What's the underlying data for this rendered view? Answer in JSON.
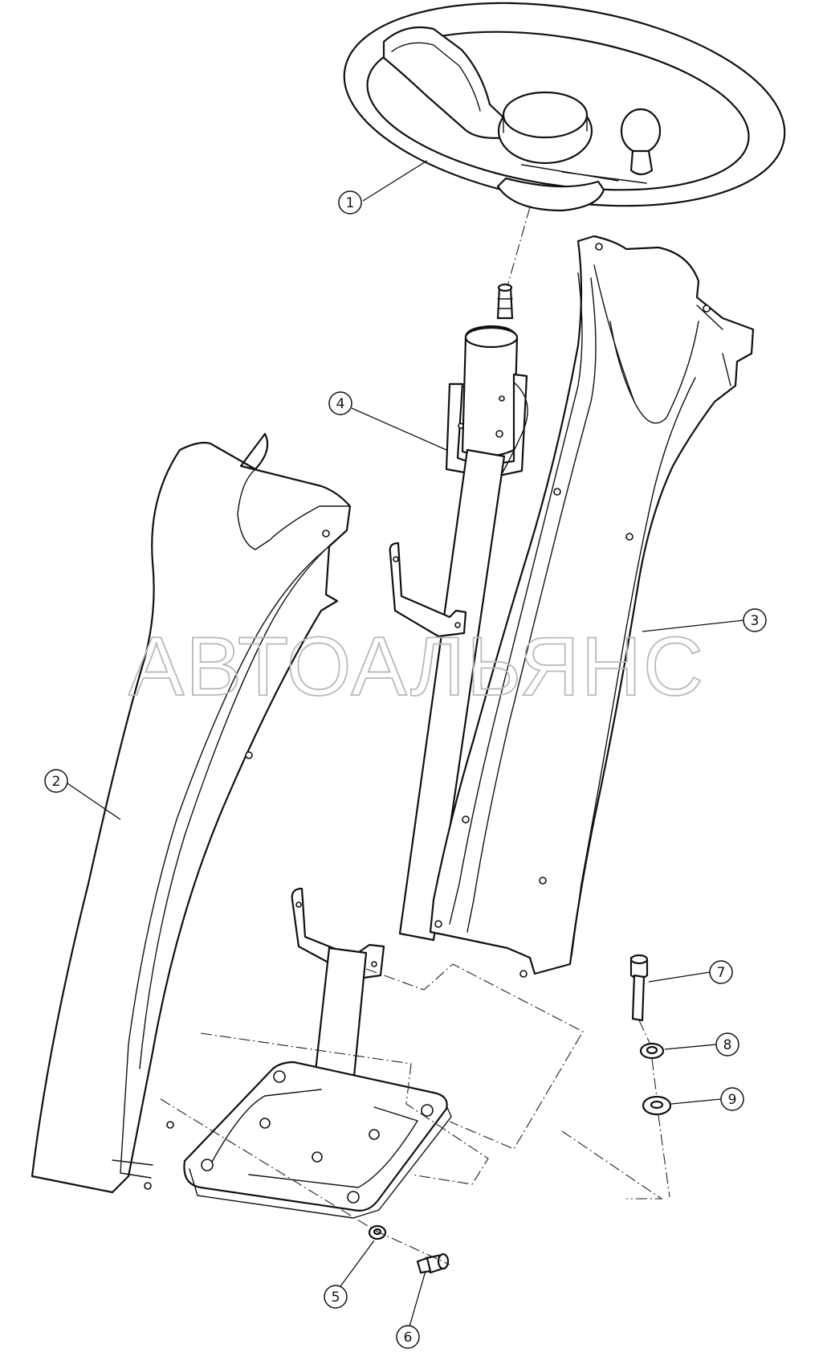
{
  "watermark": "АВТОАЛЬЯНС",
  "callouts": [
    {
      "id": "1",
      "label": "1"
    },
    {
      "id": "2",
      "label": "2"
    },
    {
      "id": "3",
      "label": "3"
    },
    {
      "id": "4",
      "label": "4"
    },
    {
      "id": "5",
      "label": "5"
    },
    {
      "id": "6",
      "label": "6"
    },
    {
      "id": "7",
      "label": "7"
    },
    {
      "id": "8",
      "label": "8"
    },
    {
      "id": "9",
      "label": "9"
    }
  ],
  "colors": {
    "line": "#111111",
    "watermark": "#b9b9b9",
    "background": "#ffffff"
  }
}
